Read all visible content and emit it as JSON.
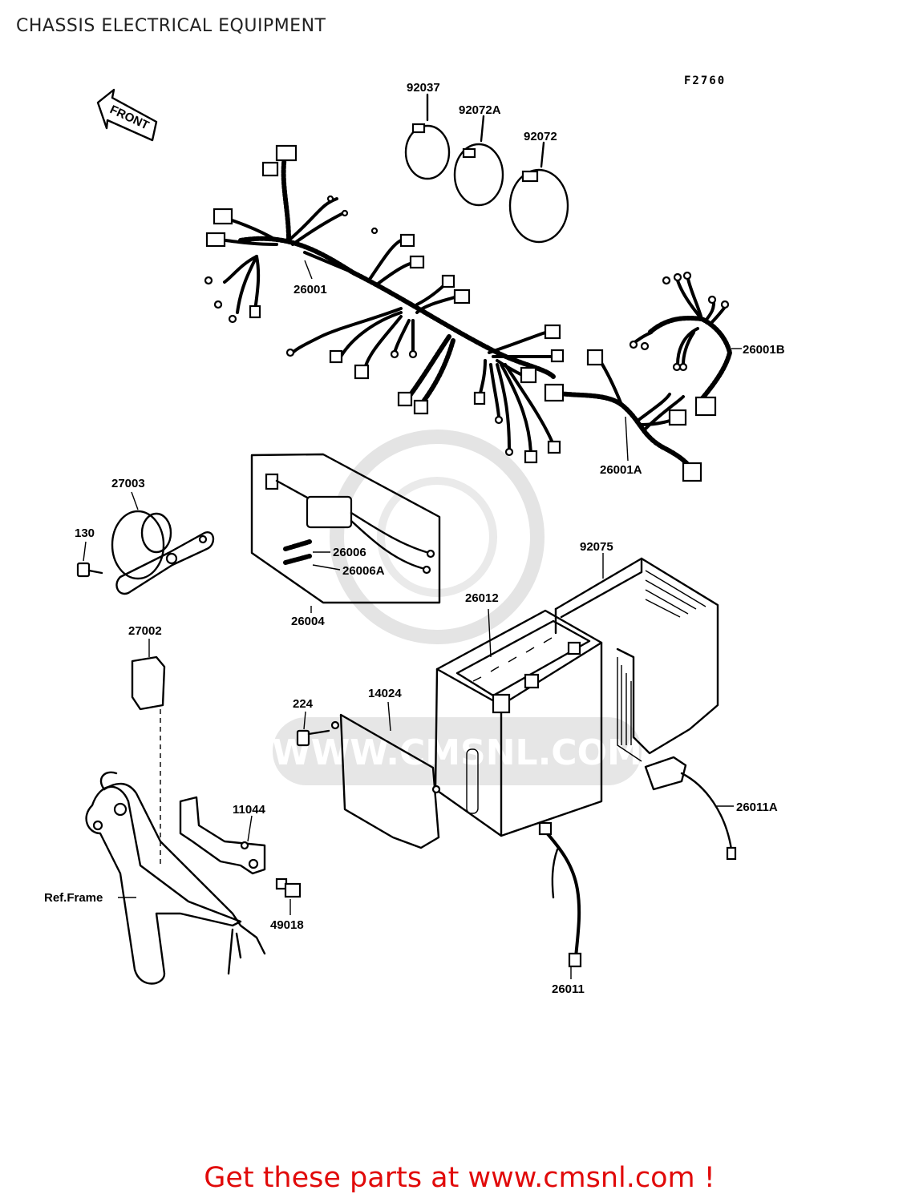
{
  "page": {
    "title": "CHASSIS ELECTRICAL EQUIPMENT",
    "code": "F2760",
    "front_label": "FRONT",
    "watermark": "WWW.CMSNL.COM",
    "footer_link": "Get these parts at www.cmsnl.com !"
  },
  "parts": [
    {
      "id": "92037",
      "label": "92037"
    },
    {
      "id": "92072A",
      "label": "92072A"
    },
    {
      "id": "92072",
      "label": "92072"
    },
    {
      "id": "26001",
      "label": "26001"
    },
    {
      "id": "26001B",
      "label": "26001B"
    },
    {
      "id": "26001A",
      "label": "26001A"
    },
    {
      "id": "27003",
      "label": "27003"
    },
    {
      "id": "130",
      "label": "130"
    },
    {
      "id": "26006",
      "label": "26006"
    },
    {
      "id": "26006A",
      "label": "26006A"
    },
    {
      "id": "26004",
      "label": "26004"
    },
    {
      "id": "92075",
      "label": "92075"
    },
    {
      "id": "26012",
      "label": "26012"
    },
    {
      "id": "27002",
      "label": "27002"
    },
    {
      "id": "224",
      "label": "224"
    },
    {
      "id": "14024",
      "label": "14024"
    },
    {
      "id": "11044",
      "label": "11044"
    },
    {
      "id": "ref-frame",
      "label": "Ref.Frame"
    },
    {
      "id": "49018",
      "label": "49018"
    },
    {
      "id": "26011A",
      "label": "26011A"
    },
    {
      "id": "26011",
      "label": "26011"
    }
  ]
}
